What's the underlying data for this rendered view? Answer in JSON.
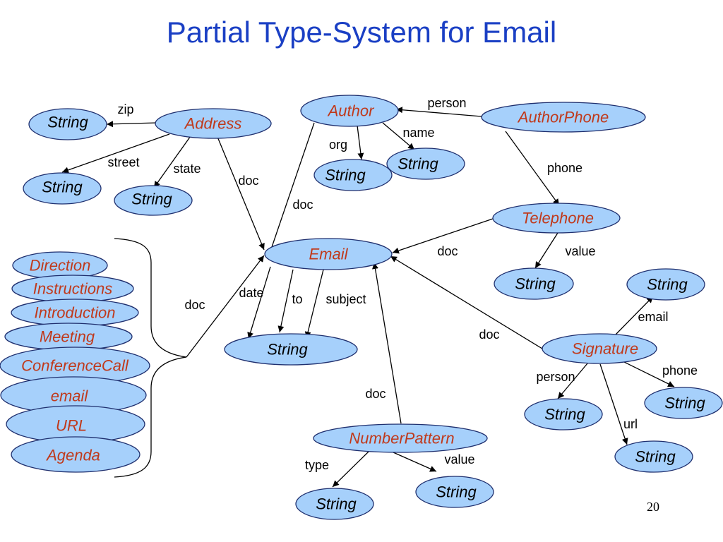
{
  "title": "Partial Type-System for Email",
  "page_number": "20",
  "nodes": {
    "email": "Email",
    "author": "Author",
    "address": "Address",
    "author_phone": "AuthorPhone",
    "telephone": "Telephone",
    "signature": "Signature",
    "number_pattern": "NumberPattern",
    "string": "String"
  },
  "doc_types": [
    "Direction",
    "Instructions",
    "Introduction",
    "Meeting",
    "ConferenceCall",
    "email",
    "URL",
    "Agenda"
  ],
  "edge_labels": {
    "zip": "zip",
    "street": "street",
    "state": "state",
    "doc": "doc",
    "org": "org",
    "name": "name",
    "person": "person",
    "phone": "phone",
    "value": "value",
    "date": "date",
    "to": "to",
    "subject": "subject",
    "email": "email",
    "url": "url",
    "type": "type"
  },
  "colors": {
    "title": "#1a3fc4",
    "node_fill": "#a6d0fb",
    "node_stroke": "#1f2f6e",
    "type_text": "#c0391b"
  }
}
